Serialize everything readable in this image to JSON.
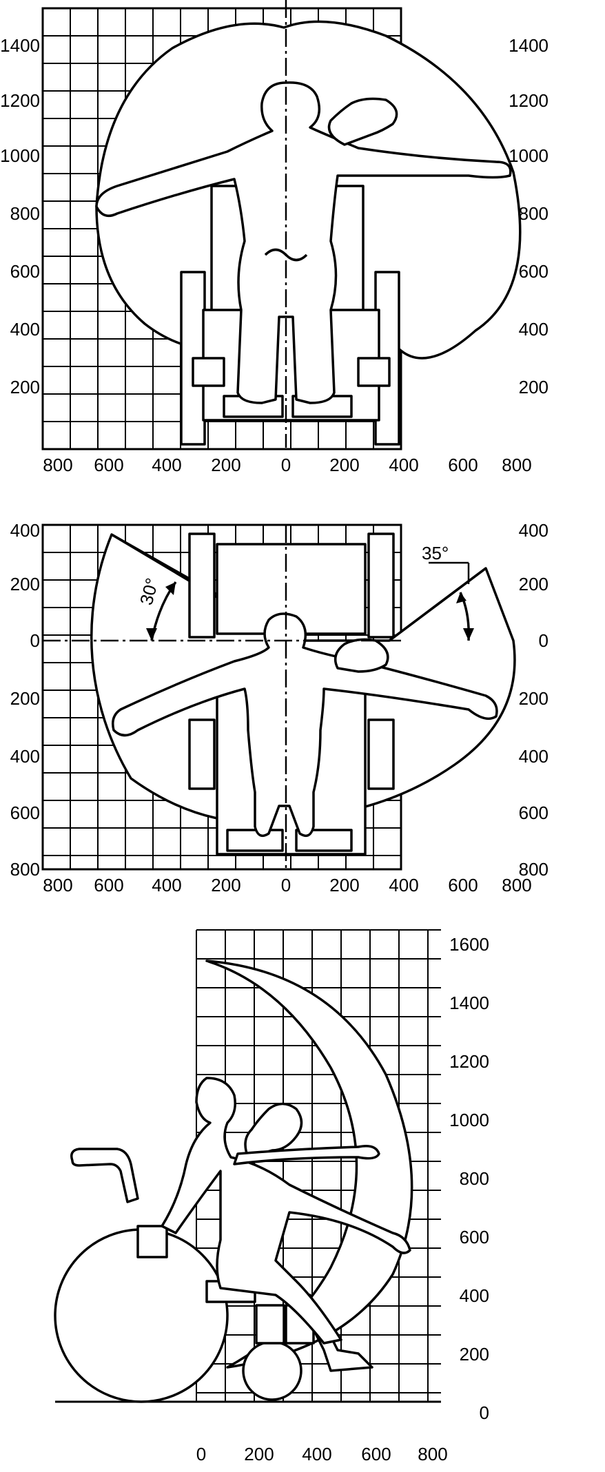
{
  "panels": [
    {
      "id": "front-view",
      "left_ticks": [
        "1400",
        "1200",
        "1000",
        "800",
        "600",
        "400",
        "200"
      ],
      "right_ticks": [
        "1400",
        "1200",
        "1000",
        "800",
        "600",
        "400",
        "200"
      ],
      "bottom_ticks": [
        "800",
        "600",
        "400",
        "200",
        "0",
        "200",
        "400",
        "600",
        "800"
      ]
    },
    {
      "id": "top-view",
      "left_ticks": [
        "400",
        "200",
        "0",
        "200",
        "400",
        "600",
        "800"
      ],
      "right_ticks": [
        "400",
        "200",
        "0",
        "200",
        "400",
        "600",
        "800"
      ],
      "bottom_ticks": [
        "800",
        "600",
        "400",
        "200",
        "0",
        "200",
        "400",
        "600",
        "800"
      ],
      "angle_left": "30°",
      "angle_right": "35°"
    },
    {
      "id": "side-view",
      "right_ticks": [
        "1600",
        "1400",
        "1200",
        "1000",
        "800",
        "600",
        "400",
        "200",
        "0"
      ],
      "bottom_ticks": [
        "0",
        "200",
        "400",
        "600",
        "800"
      ]
    }
  ]
}
